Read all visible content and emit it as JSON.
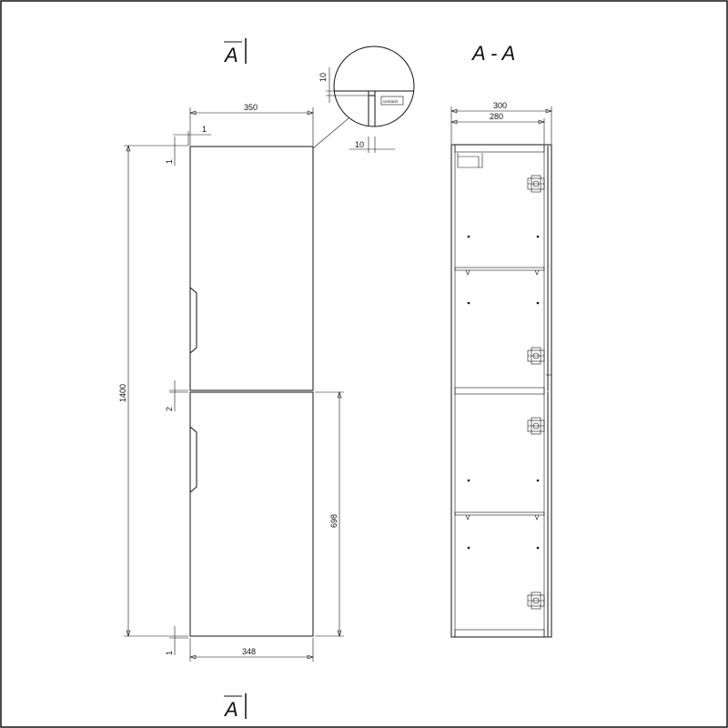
{
  "section_marks": {
    "top": "A",
    "bottom": "A",
    "title": "A - A"
  },
  "front": {
    "width_top": "350",
    "width_bottom": "348",
    "height": "1400",
    "gap_top": "1",
    "gap_mid": "2",
    "gap_bottom": "1",
    "side_gap": "1",
    "lower_door": "698"
  },
  "detail": {
    "depth": "10",
    "width": "10",
    "logo": "cersanit"
  },
  "section": {
    "outer": "300",
    "inner": "280"
  }
}
